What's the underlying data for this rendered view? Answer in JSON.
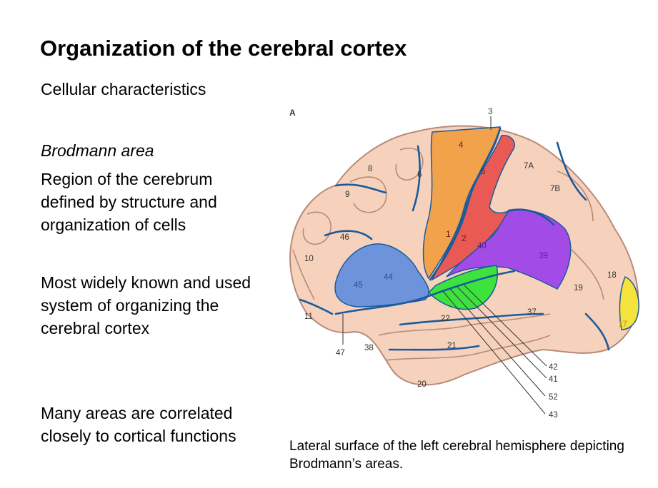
{
  "slide": {
    "title": "Organization of the cerebral cortex",
    "subtitle": "Cellular characteristics",
    "term": "Brodmann area",
    "paragraphs": [
      "Region of the cerebrum defined by structure and organization of cells",
      "Most widely known and used system of organizing the cerebral cortex",
      "Many areas are correlated closely to cortical functions"
    ],
    "caption": "Lateral surface of the left cerebral hemisphere depicting Brodmann’s areas."
  },
  "diagram": {
    "panel_label": "A",
    "colors": {
      "brain": "#f6d2bd",
      "gyrus_edge": "#b88a78",
      "sulcus": "#1b5a9a",
      "area_4": "#f3a24c",
      "area_1_2_3": "#ea5a55",
      "area_40_39": "#a34be6",
      "area_41_42": "#3ee23e",
      "area_44_45": "#6d93dd",
      "area_17": "#f5e23a"
    },
    "areas": {
      "a1": "1",
      "a2": "2",
      "a3": "3",
      "a4": "4",
      "a5": "5",
      "a6": "6",
      "a7a": "7A",
      "a7b": "7B",
      "a8": "8",
      "a9": "9",
      "a10": "10",
      "a11": "11",
      "a17": "17",
      "a18": "18",
      "a19": "19",
      "a20": "20",
      "a21": "21",
      "a22": "22",
      "a37": "37",
      "a38": "38",
      "a39": "39",
      "a40": "40",
      "a41": "41",
      "a42": "42",
      "a43": "43",
      "a44": "44",
      "a45": "45",
      "a46": "46",
      "a47": "47",
      "a52": "52"
    }
  }
}
